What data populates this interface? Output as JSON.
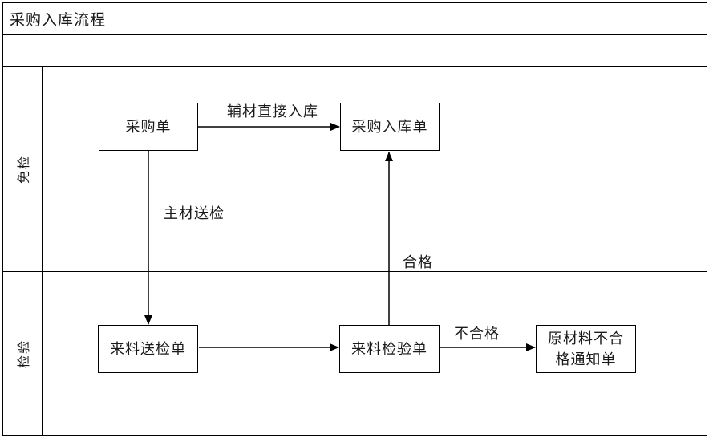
{
  "title": "采购入库流程",
  "lanes": [
    {
      "id": "exempt-inspection",
      "label": "免检"
    },
    {
      "id": "inspection",
      "label": "检验"
    }
  ],
  "nodes": [
    {
      "id": "purchase-order",
      "label": "采购单"
    },
    {
      "id": "purchase-receipt",
      "label": "采购入库单"
    },
    {
      "id": "incoming-submission",
      "label": "来料送检单"
    },
    {
      "id": "incoming-inspection",
      "label": "来料检验单"
    },
    {
      "id": "nonconformity-notice",
      "label": "原材料不合格通知单"
    }
  ],
  "edges": [
    {
      "id": "order-to-receipt",
      "from": "purchase-order",
      "to": "purchase-receipt",
      "label": "辅材直接入库"
    },
    {
      "id": "order-to-submission",
      "from": "purchase-order",
      "to": "incoming-submission",
      "label": "主材送检"
    },
    {
      "id": "submission-to-inspection",
      "from": "incoming-submission",
      "to": "incoming-inspection",
      "label": ""
    },
    {
      "id": "inspection-to-receipt",
      "from": "incoming-inspection",
      "to": "purchase-receipt",
      "label": "合格"
    },
    {
      "id": "inspection-to-notice",
      "from": "incoming-inspection",
      "to": "nonconformity-notice",
      "label": "不合格"
    }
  ],
  "colors": {
    "line": "#000000",
    "background": "#ffffff",
    "text": "#1a1a1a"
  }
}
